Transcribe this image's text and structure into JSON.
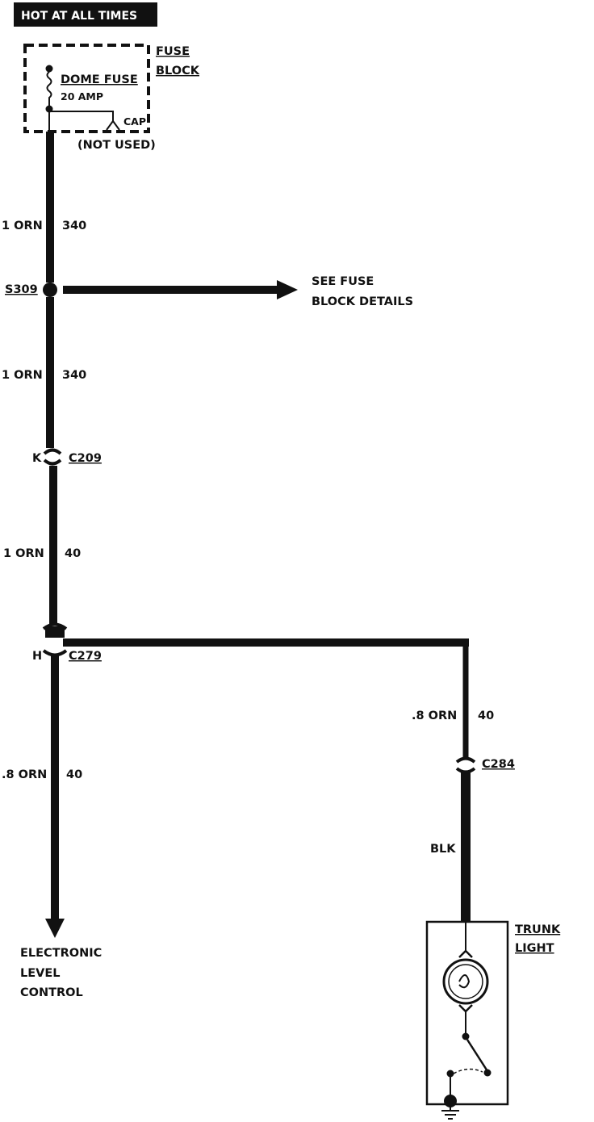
{
  "header": {
    "text": "HOT AT ALL TIMES"
  },
  "fuse_block": {
    "title_line1": "FUSE",
    "title_line2": "BLOCK",
    "fuse_name": "DOME FUSE",
    "fuse_rating": "20 AMP",
    "cap_label": "CAP",
    "cap_note": "(NOT USED)"
  },
  "wires": {
    "w1_gauge": "1 ORN",
    "w1_circuit": "340",
    "w2_gauge": "1 ORN",
    "w2_circuit": "340",
    "w3_gauge": "1 ORN",
    "w3_circuit": "40",
    "w4_gauge": ".8 ORN",
    "w4_circuit": "40",
    "w5_gauge": ".8 ORN",
    "w5_circuit": "40",
    "w6_color": "BLK"
  },
  "splice": {
    "id": "S309",
    "ref_line1": "SEE FUSE",
    "ref_line2": "BLOCK DETAILS"
  },
  "connectors": {
    "c209_pin": "K",
    "c209_id": "C209",
    "c279_pin": "H",
    "c279_id": "C279",
    "c284_id": "C284"
  },
  "destination": {
    "line1": "ELECTRONIC",
    "line2": "LEVEL",
    "line3": "CONTROL"
  },
  "trunk_light": {
    "line1": "TRUNK",
    "line2": "LIGHT"
  },
  "colors": {
    "ink": "#111111",
    "paper": "#ffffff"
  }
}
